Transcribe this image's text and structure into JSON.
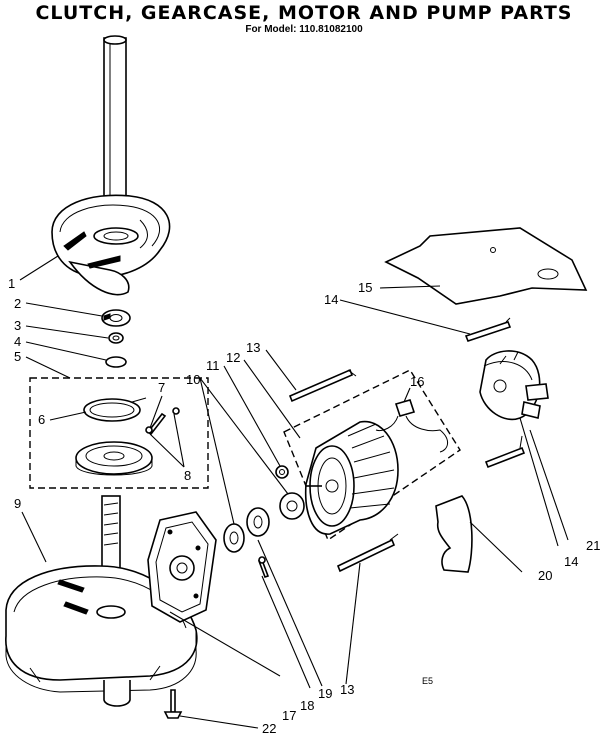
{
  "title": "CLUTCH, GEARCASE, MOTOR AND PUMP PARTS",
  "subtitle": "For Model: 110.81082100",
  "code": "E5",
  "labels": {
    "l1": "1",
    "l2": "2",
    "l3": "3",
    "l4": "4",
    "l5": "5",
    "l6": "6",
    "l7": "7",
    "l8": "8",
    "l9": "9",
    "l10": "10",
    "l11": "11",
    "l12": "12",
    "l13a": "13",
    "l13b": "13",
    "l14a": "14",
    "l14b": "14",
    "l15": "15",
    "l16": "16",
    "l17": "17",
    "l18": "18",
    "l19": "19",
    "l20": "20",
    "l21": "21",
    "l22": "22"
  }
}
